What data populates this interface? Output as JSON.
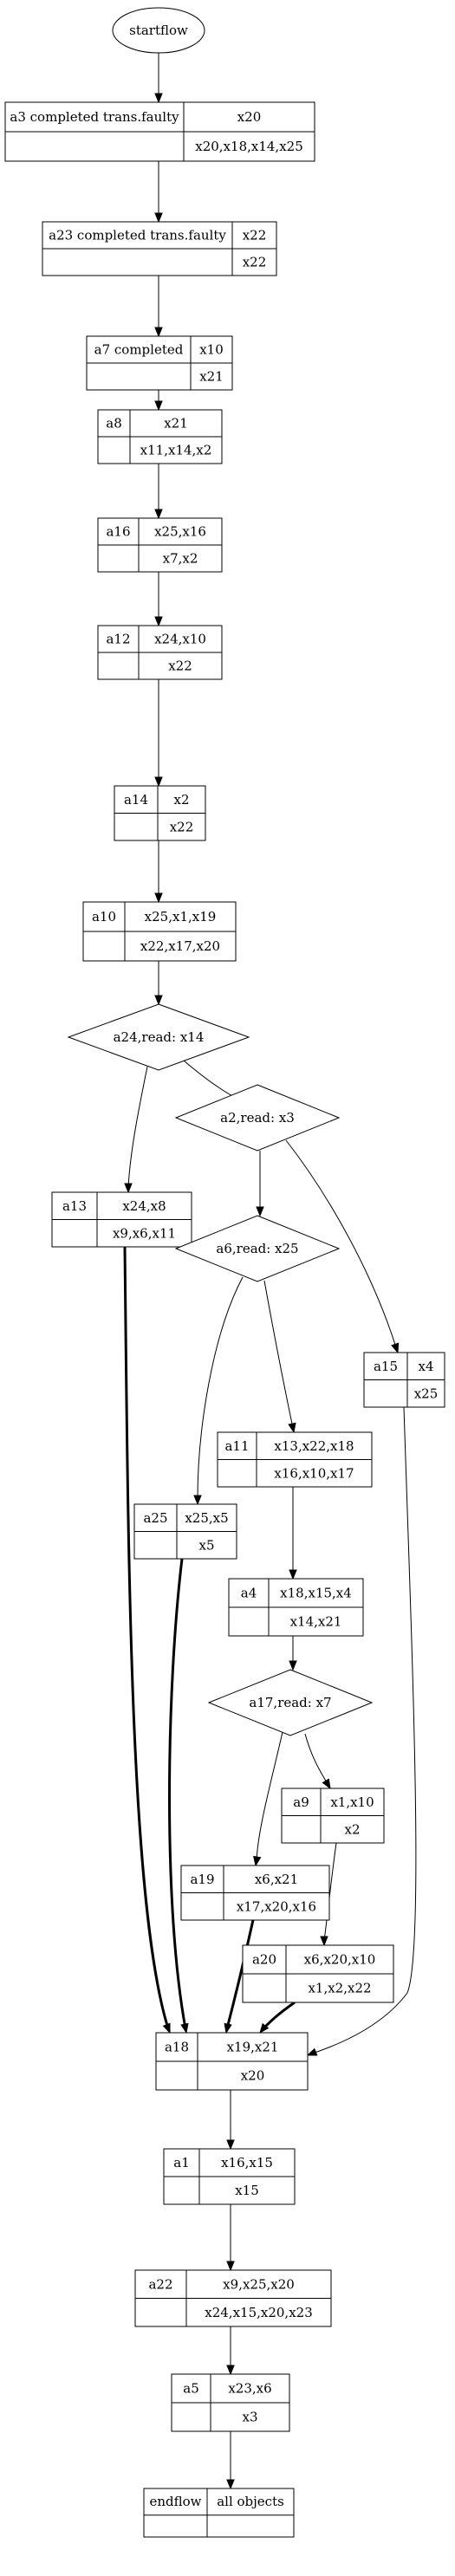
{
  "nodes": [
    {
      "id": "start",
      "kind": "ellipse",
      "label": "startflow"
    },
    {
      "id": "a3",
      "kind": "record",
      "name": "a3 completed trans.faulty",
      "top": "x20",
      "bottom": "x20,x18,x14,x25"
    },
    {
      "id": "a23",
      "kind": "record",
      "name": "a23 completed trans.faulty",
      "top": "x22",
      "bottom": "x22"
    },
    {
      "id": "a7",
      "kind": "record",
      "name": "a7 completed",
      "top": "x10",
      "bottom": "x21"
    },
    {
      "id": "a8",
      "kind": "record",
      "name": "a8",
      "top": "x21",
      "bottom": "x11,x14,x2"
    },
    {
      "id": "a16",
      "kind": "record",
      "name": "a16",
      "top": "x25,x16",
      "bottom": "x7,x2"
    },
    {
      "id": "a12",
      "kind": "record",
      "name": "a12",
      "top": "x24,x10",
      "bottom": "x22"
    },
    {
      "id": "a14",
      "kind": "record",
      "name": "a14",
      "top": "x2",
      "bottom": "x22"
    },
    {
      "id": "a10",
      "kind": "record",
      "name": "a10",
      "top": "x25,x1,x19",
      "bottom": "x22,x17,x20"
    },
    {
      "id": "d24",
      "kind": "diamond",
      "label": "a24,read: x14"
    },
    {
      "id": "d2",
      "kind": "diamond",
      "label": "a2,read: x3"
    },
    {
      "id": "a13",
      "kind": "record",
      "name": "a13",
      "top": "x24,x8",
      "bottom": "x9,x6,x11"
    },
    {
      "id": "d6",
      "kind": "diamond",
      "label": "a6,read: x25"
    },
    {
      "id": "a15",
      "kind": "record",
      "name": "a15",
      "top": "x4",
      "bottom": "x25"
    },
    {
      "id": "a11",
      "kind": "record",
      "name": "a11",
      "top": "x13,x22,x18",
      "bottom": "x16,x10,x17"
    },
    {
      "id": "a25",
      "kind": "record",
      "name": "a25",
      "top": "x25,x5",
      "bottom": "x5"
    },
    {
      "id": "a4",
      "kind": "record",
      "name": "a4",
      "top": "x18,x15,x4",
      "bottom": "x14,x21"
    },
    {
      "id": "d17",
      "kind": "diamond",
      "label": "a17,read: x7"
    },
    {
      "id": "a9",
      "kind": "record",
      "name": "a9",
      "top": "x1,x10",
      "bottom": "x2"
    },
    {
      "id": "a19",
      "kind": "record",
      "name": "a19",
      "top": "x6,x21",
      "bottom": "x17,x20,x16"
    },
    {
      "id": "a20",
      "kind": "record",
      "name": "a20",
      "top": "x6,x20,x10",
      "bottom": "x1,x2,x22"
    },
    {
      "id": "a18",
      "kind": "record",
      "name": "a18",
      "top": "x19,x21",
      "bottom": "x20"
    },
    {
      "id": "a1",
      "kind": "record",
      "name": "a1",
      "top": "x16,x15",
      "bottom": "x15"
    },
    {
      "id": "a22",
      "kind": "record",
      "name": "a22",
      "top": "x9,x25,x20",
      "bottom": "x24,x15,x20,x23"
    },
    {
      "id": "a5",
      "kind": "record",
      "name": "a5",
      "top": "x23,x6",
      "bottom": "x3"
    },
    {
      "id": "end",
      "kind": "record1",
      "name": "endflow",
      "top": "all objects"
    }
  ],
  "edges": [
    {
      "from": "start",
      "to": "a3",
      "weight": "normal"
    },
    {
      "from": "a3",
      "to": "a23",
      "weight": "normal"
    },
    {
      "from": "a23",
      "to": "a7",
      "weight": "normal"
    },
    {
      "from": "a7",
      "to": "a8",
      "weight": "normal"
    },
    {
      "from": "a8",
      "to": "a16",
      "weight": "normal"
    },
    {
      "from": "a16",
      "to": "a12",
      "weight": "normal"
    },
    {
      "from": "a12",
      "to": "a14",
      "weight": "normal"
    },
    {
      "from": "a14",
      "to": "a10",
      "weight": "normal"
    },
    {
      "from": "a10",
      "to": "d24",
      "weight": "normal"
    },
    {
      "from": "d24",
      "to": "a13",
      "weight": "normal"
    },
    {
      "from": "d24",
      "to": "d2",
      "weight": "normal"
    },
    {
      "from": "d2",
      "to": "d6",
      "weight": "normal"
    },
    {
      "from": "d2",
      "to": "a15",
      "weight": "normal"
    },
    {
      "from": "d6",
      "to": "a25",
      "weight": "normal"
    },
    {
      "from": "d6",
      "to": "a11",
      "weight": "normal"
    },
    {
      "from": "a11",
      "to": "a4",
      "weight": "normal"
    },
    {
      "from": "a4",
      "to": "d17",
      "weight": "normal"
    },
    {
      "from": "d17",
      "to": "a19",
      "weight": "normal"
    },
    {
      "from": "d17",
      "to": "a9",
      "weight": "normal"
    },
    {
      "from": "a9",
      "to": "a20",
      "weight": "normal"
    },
    {
      "from": "a13",
      "to": "a18",
      "weight": "bold"
    },
    {
      "from": "a25",
      "to": "a18",
      "weight": "bold"
    },
    {
      "from": "a19",
      "to": "a18",
      "weight": "bold"
    },
    {
      "from": "a20",
      "to": "a18",
      "weight": "bold"
    },
    {
      "from": "a15",
      "to": "a18",
      "weight": "normal"
    },
    {
      "from": "a18",
      "to": "a1",
      "weight": "normal"
    },
    {
      "from": "a1",
      "to": "a22",
      "weight": "normal"
    },
    {
      "from": "a22",
      "to": "a5",
      "weight": "normal"
    },
    {
      "from": "a5",
      "to": "end",
      "weight": "normal"
    }
  ]
}
